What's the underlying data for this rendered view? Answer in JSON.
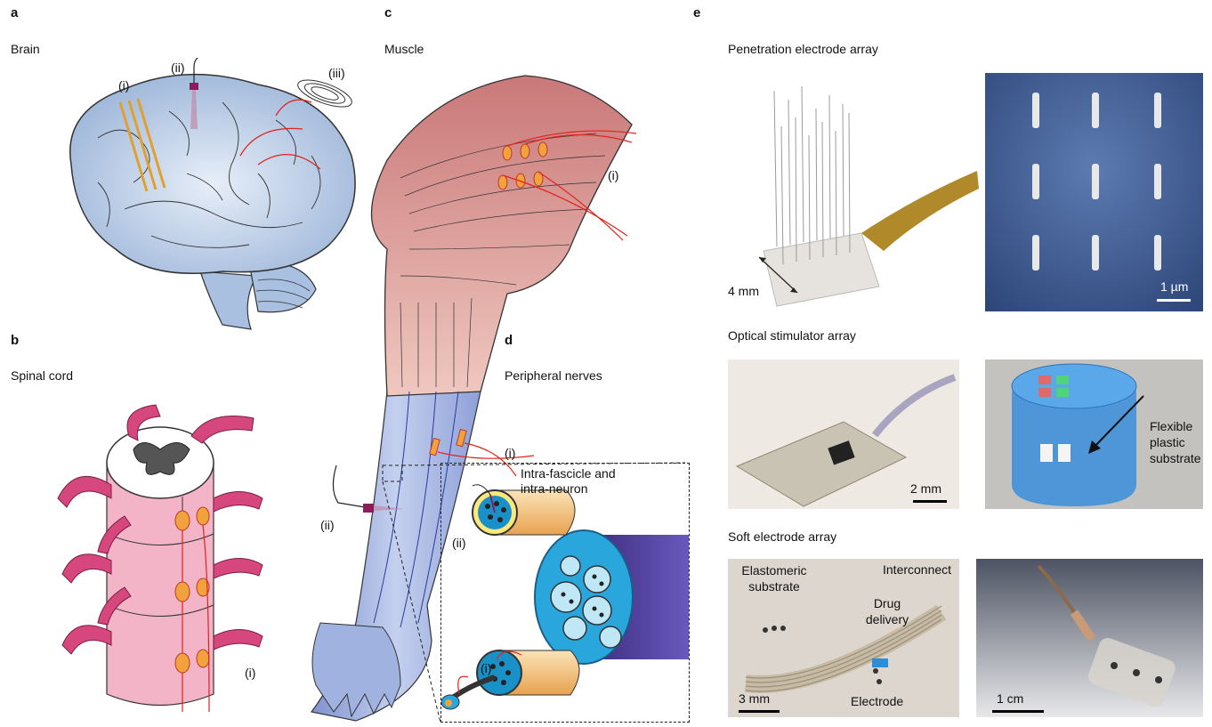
{
  "panels": {
    "a": {
      "letter": "a",
      "title": "Brain",
      "labels": [
        "(i)",
        "(ii)",
        "(iii)"
      ]
    },
    "b": {
      "letter": "b",
      "title": "Spinal cord",
      "labels": [
        "(i)"
      ]
    },
    "c": {
      "letter": "c",
      "title": "Muscle",
      "labels": [
        "(i)",
        "(ii)"
      ]
    },
    "d": {
      "letter": "d",
      "title": "Peripheral nerves",
      "labels": [
        "(i)",
        "(ii)",
        "(i)"
      ],
      "inset_label": "Intra-fascicle and intra-neuron"
    },
    "e": {
      "letter": "e",
      "penetration": {
        "title": "Penetration electrode array",
        "scale_left": "4 mm",
        "scale_right": "1 µm"
      },
      "optical": {
        "title": "Optical stimulator array",
        "scale_left": "2 mm",
        "callout": "Flexible plastic substrate"
      },
      "soft": {
        "title": "Soft electrode array",
        "labels": {
          "elastomeric": "Elastomeric substrate",
          "interconnect": "Interconnect",
          "drug": "Drug delivery",
          "electrode": "Electrode"
        },
        "scale_left": "3 mm",
        "scale_right": "1 cm"
      }
    }
  },
  "colors": {
    "brain": "#b9cde6",
    "muscle": "#d98f8f",
    "arm": "#9fb2e0",
    "spinal": "#f2b4c6",
    "vessel": "#d6477e",
    "electrode": "#f2a23c",
    "wire": "#e0241b"
  }
}
